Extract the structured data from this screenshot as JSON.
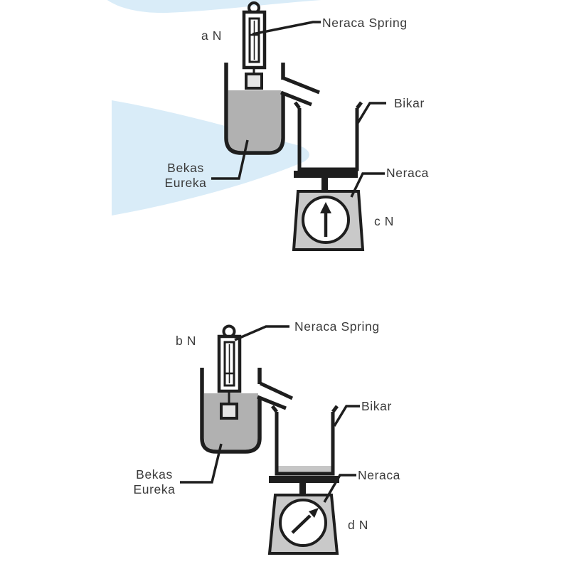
{
  "figure_type": "physics-diagram-eureka-can-displacement",
  "colors": {
    "background": "#ffffff",
    "swoosh_blue": "#d9ecf8",
    "water_gray": "#b1b1b1",
    "beaker_water_gray": "#c6c6c6",
    "scale_body_gray": "#c9c9c9",
    "weight_gray": "#e5e5e5",
    "dial_white": "#ffffff",
    "line_black": "#1e1e1e",
    "text_gray": "#3a3a3a"
  },
  "diagrams": {
    "top": {
      "spring_reading": "a N",
      "spring_balance_label": "Neraca Spring",
      "beaker_label": "Bikar",
      "eureka_can_label": "Bekas Eureka",
      "scale_label": "Neraca",
      "scale_reading": "c N"
    },
    "bottom": {
      "spring_reading": "b N",
      "spring_balance_label": "Neraca Spring",
      "beaker_label": "Bikar",
      "eureka_can_label": "Bekas Eureka",
      "scale_label": "Neraca",
      "scale_reading": "d N"
    }
  }
}
